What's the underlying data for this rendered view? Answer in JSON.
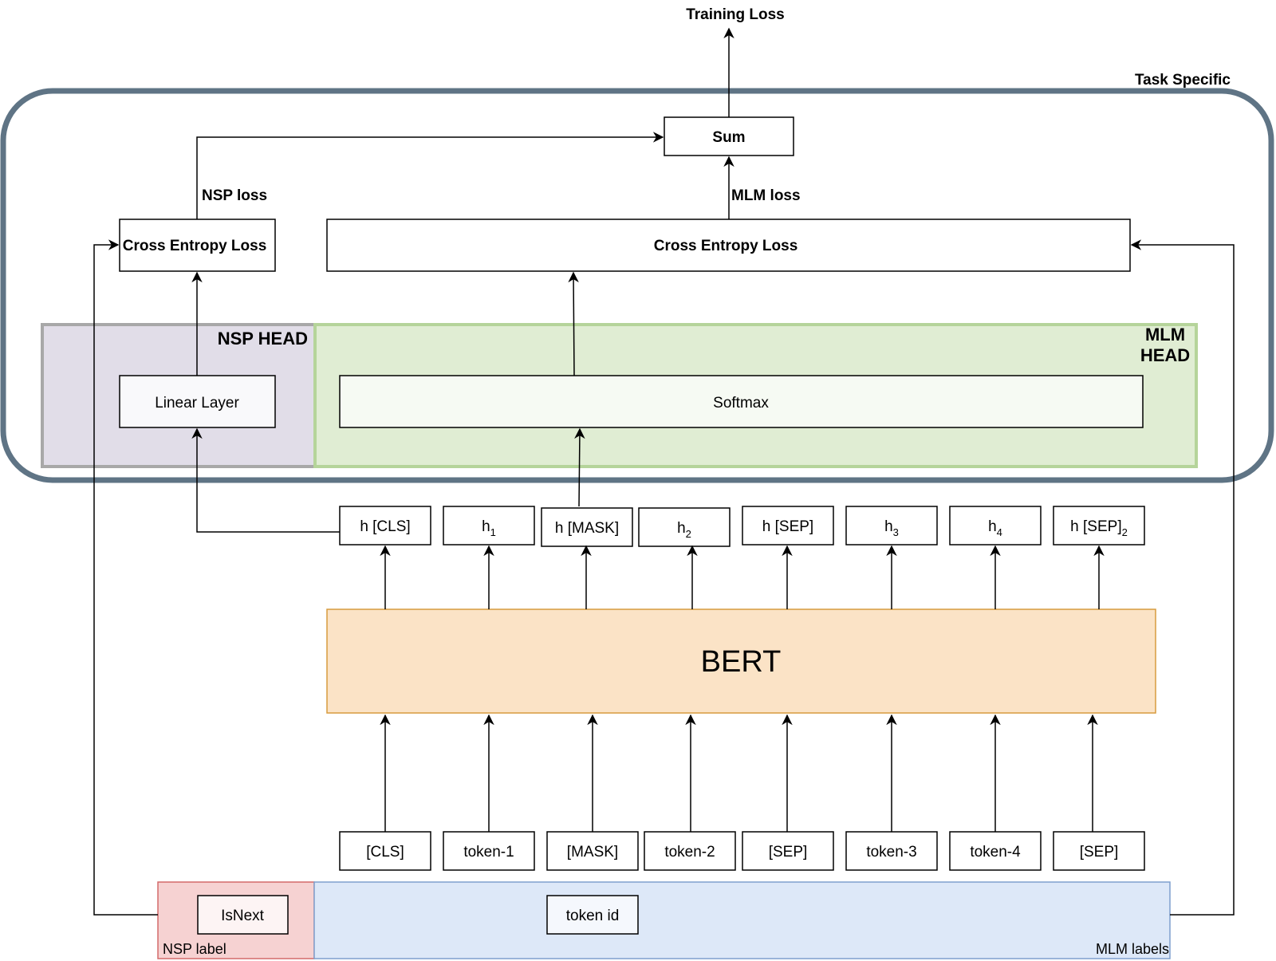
{
  "title": "Training Loss",
  "task_specific_label": "Task Specific",
  "sum": "Sum",
  "nsp_loss": "NSP loss",
  "mlm_loss": "MLM loss",
  "nsp_ce": "Cross Entropy Loss",
  "mlm_ce": "Cross Entropy Loss",
  "nsp_head": "NSP HEAD",
  "mlm_head_line1": "MLM",
  "mlm_head_line2": "HEAD",
  "linear_layer": "Linear Layer",
  "softmax": "Softmax",
  "hidden": [
    {
      "main": "h [CLS]",
      "sub": ""
    },
    {
      "main": "h",
      "sub": "1"
    },
    {
      "main": "h [MASK]",
      "sub": ""
    },
    {
      "main": "h",
      "sub": "2"
    },
    {
      "main": "h [SEP]",
      "sub": ""
    },
    {
      "main": "h",
      "sub": "3"
    },
    {
      "main": "h",
      "sub": "4"
    },
    {
      "main": "h [SEP]",
      "sub": "2"
    }
  ],
  "bert": "BERT",
  "tokens": [
    "[CLS]",
    "token-1",
    "[MASK]",
    "token-2",
    "[SEP]",
    "token-3",
    "token-4",
    "[SEP]"
  ],
  "isnext": "IsNext",
  "token_id": "token id",
  "nsp_label": "NSP label",
  "mlm_labels": "MLM labels",
  "colors": {
    "task_border": "#5f7485",
    "nsp_head_fill": "#e1dde8",
    "nsp_head_border": "#a8a8a8",
    "mlm_head_fill": "#e0edd3",
    "mlm_head_border": "#b5d49a",
    "bert_fill": "#fbe3c6",
    "bert_border": "#d79b3e",
    "nsp_label_fill": "#f6d2d2",
    "nsp_label_border": "#d46a6a",
    "mlm_label_fill": "#dde8f8",
    "mlm_label_border": "#7f9fce"
  }
}
